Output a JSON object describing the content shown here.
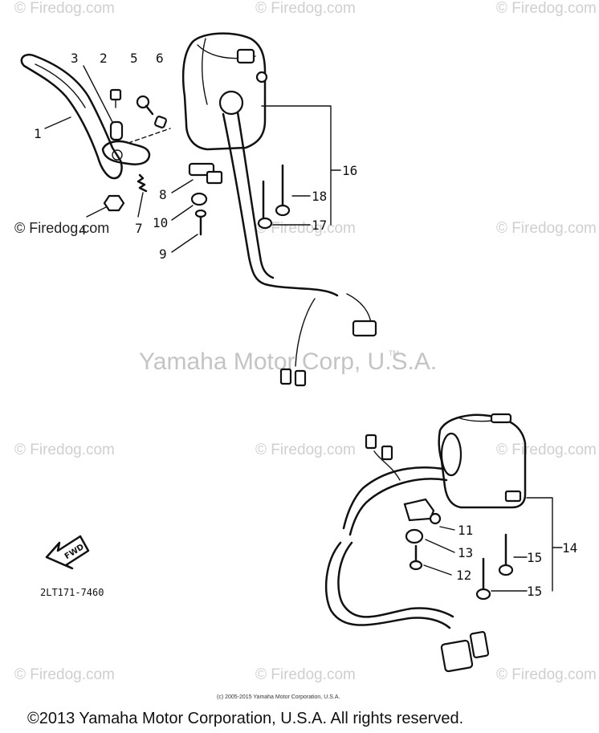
{
  "watermarks": {
    "firedog": "© Firedog.com",
    "firedog_main": "© Firedog.com",
    "yamaha": "Yamaha Motor Corp, U.S.A.",
    "trademark": "TM"
  },
  "parts": {
    "p1": "1",
    "p2": "2",
    "p3": "3",
    "p4": "4",
    "p5": "5",
    "p6": "6",
    "p7": "7",
    "p8": "8",
    "p9": "9",
    "p10": "10",
    "p11": "11",
    "p12": "12",
    "p13": "13",
    "p14": "14",
    "p15a": "15",
    "p15b": "15",
    "p16": "16",
    "p17": "17",
    "p18": "18"
  },
  "fwd_label": "FWD",
  "diagram_code": "2LT171-7460",
  "small_copyright": "(c) 2005-2015 Yamaha Motor Corporation, U.S.A.",
  "copyright": "©2013 Yamaha Motor Corporation, U.S.A. All rights reserved."
}
